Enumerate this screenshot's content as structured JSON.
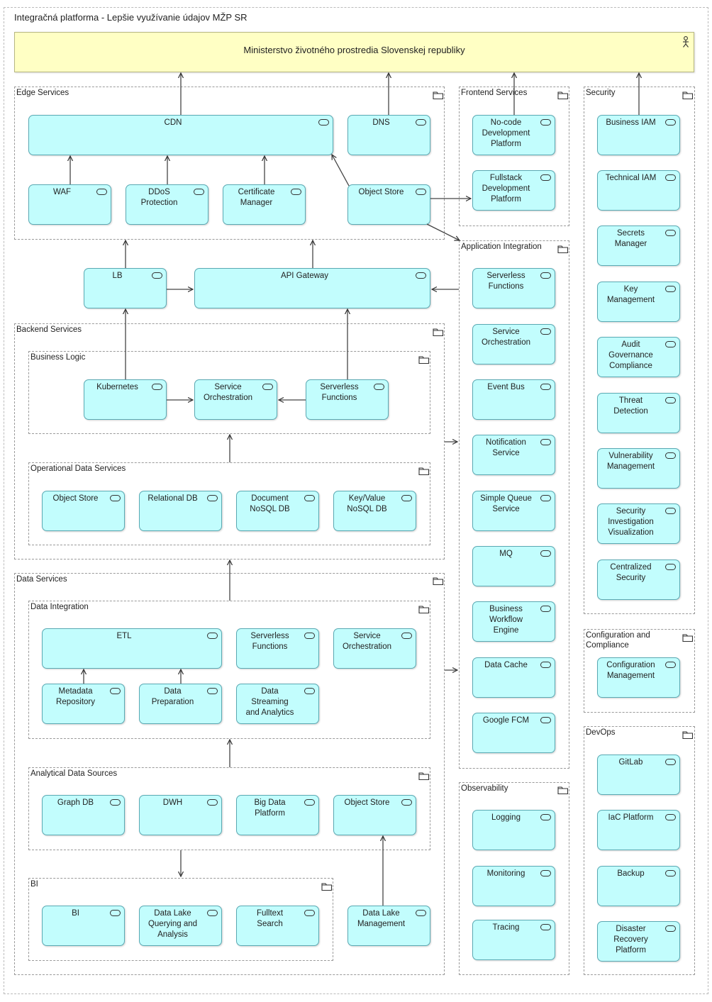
{
  "diagram": {
    "title": "Integračná platforma - Lepšie využívanie údajov MŽP SR",
    "actor": "Ministerstvo životného prostredia Slovenskej republiky"
  },
  "groups": {
    "edge": "Edge Services",
    "frontend": "Frontend Services",
    "security": "Security",
    "appint": "Application Integration",
    "backend": "Backend Services",
    "bizlogic": "Business Logic",
    "opdata": "Operational Data Services",
    "dataserv": "Data Services",
    "dataint": "Data Integration",
    "analytical": "Analytical Data Sources",
    "bi": "BI",
    "config": "Configuration and\nCompliance",
    "devops": "DevOps",
    "observ": "Observability"
  },
  "nodes": {
    "cdn": "CDN",
    "dns": "DNS",
    "waf": "WAF",
    "ddos": "DDoS\nProtection",
    "cert": "Certificate\nManager",
    "objstore_edge": "Object Store",
    "nocode": "No-code\nDevelopment\nPlatform",
    "fullstack": "Fullstack\nDevelopment\nPlatform",
    "lb": "LB",
    "apigw": "API Gateway",
    "kubernetes": "Kubernetes",
    "svcorch_bl": "Service\nOrchestration",
    "serverless_bl": "Serverless\nFunctions",
    "objstore_op": "Object Store",
    "reldb": "Relational DB",
    "docdb": "Document\nNoSQL DB",
    "kvdb": "Key/Value\nNoSQL DB",
    "etl": "ETL",
    "serverless_di": "Serverless\nFunctions",
    "svcorch_di": "Service\nOrchestration",
    "metadata": "Metadata\nRepository",
    "dataprep": "Data\nPreparation",
    "streaming": "Data\nStreaming\nand Analytics",
    "graphdb": "Graph DB",
    "dwh": "DWH",
    "bigdata": "Big Data\nPlatform",
    "objstore_an": "Object Store",
    "bi": "BI",
    "datalakeq": "Data Lake\nQuerying and\nAnalysis",
    "fulltext": "Fulltext\nSearch",
    "datalakem": "Data Lake\nManagement",
    "ai_serverless": "Serverless\nFunctions",
    "ai_svcorch": "Service\nOrchestration",
    "ai_eventbus": "Event Bus",
    "ai_notif": "Notification\nService",
    "ai_sqs": "Simple Queue\nService",
    "ai_mq": "MQ",
    "ai_workflow": "Business\nWorkflow\nEngine",
    "ai_cache": "Data Cache",
    "ai_fcm": "Google FCM",
    "logging": "Logging",
    "monitoring": "Monitoring",
    "tracing": "Tracing",
    "bizIAM": "Business IAM",
    "techIAM": "Technical IAM",
    "secrets": "Secrets\nManager",
    "keymgmt": "Key\nManagement",
    "audit": "Audit\nGovernance\nCompliance",
    "threat": "Threat\nDetection",
    "vuln": "Vulnerability\nManagement",
    "secinv": "Security\nInvestigation\nVisualization",
    "centsec": "Centralized\nSecurity",
    "configmgmt": "Configuration\nManagement",
    "gitlab": "GitLab",
    "iac": "IaC Platform",
    "backup": "Backup",
    "drp": "Disaster\nRecovery\nPlatform"
  },
  "colors": {
    "actor": "#ffffc4",
    "service": "#c2fdfd",
    "border": "#5aa9b3"
  }
}
